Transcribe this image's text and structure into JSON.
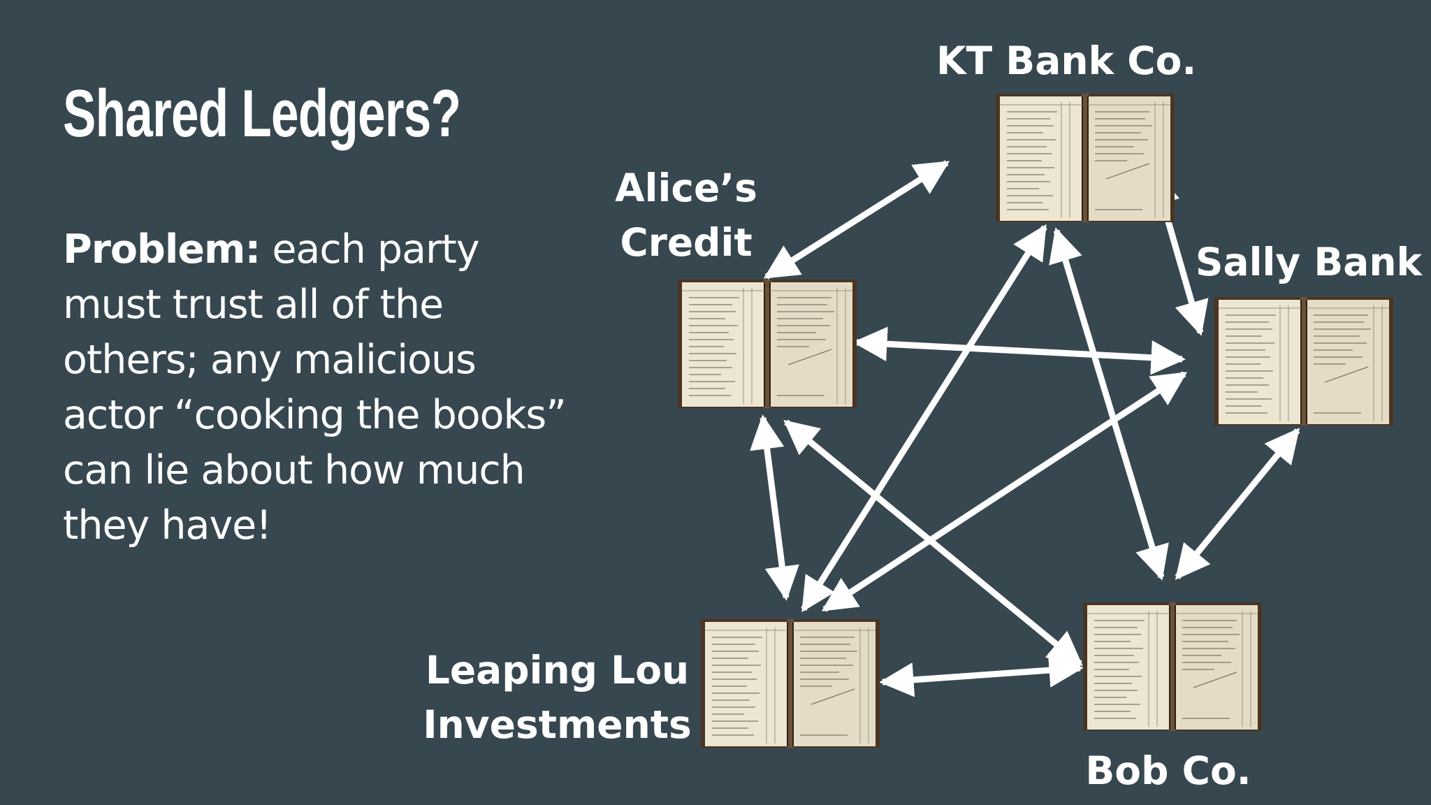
{
  "slide": {
    "title": "Shared Ledgers?",
    "problem_label": "Problem:",
    "problem_text": " each party must trust all of the others; any malicious actor “cooking the books” can lie about how much they have!"
  },
  "nodes": {
    "kt_bank": {
      "label": "KT Bank Co."
    },
    "alice": {
      "label_line1": "Alice’s",
      "label_line2": "Credit"
    },
    "sally": {
      "label": "Sally Bank"
    },
    "lou": {
      "label_line1": "Leaping Lou",
      "label_line2": "Investments"
    },
    "bob": {
      "label": "Bob Co."
    }
  },
  "edges": [
    [
      "alice",
      "kt_bank"
    ],
    [
      "kt_bank",
      "sally"
    ],
    [
      "alice",
      "sally"
    ],
    [
      "alice",
      "lou"
    ],
    [
      "alice",
      "bob"
    ],
    [
      "kt_bank",
      "lou"
    ],
    [
      "kt_bank",
      "bob"
    ],
    [
      "sally",
      "lou"
    ],
    [
      "sally",
      "bob"
    ],
    [
      "lou",
      "bob"
    ]
  ],
  "colors": {
    "background": "#37474f",
    "text": "#ffffff",
    "arrow": "#ffffff",
    "page": "#e7e1cc",
    "cover": "#4a3522"
  },
  "icons": {
    "ledger": "open-ledger-book-icon"
  }
}
